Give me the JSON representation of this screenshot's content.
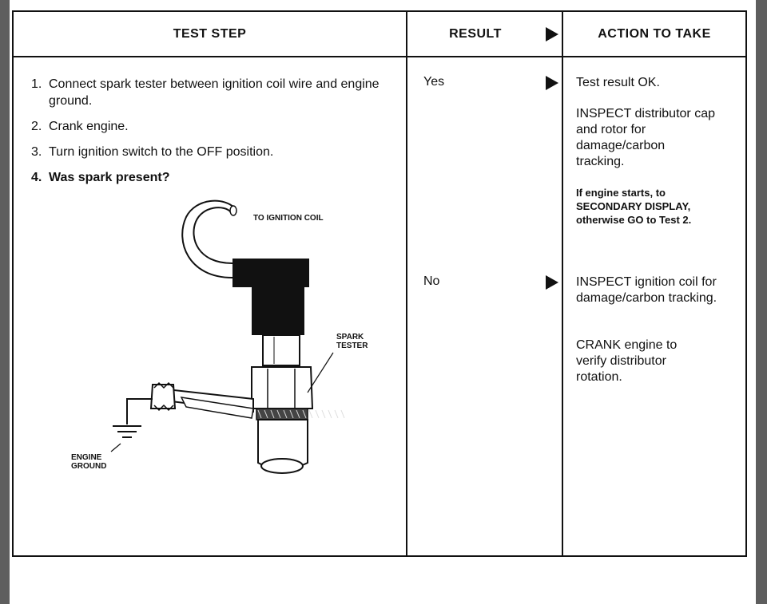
{
  "headers": {
    "test_step": "TEST STEP",
    "result": "RESULT",
    "action": "ACTION TO TAKE"
  },
  "steps": [
    {
      "num": "1.",
      "text": "Connect spark tester between ignition coil wire and engine ground."
    },
    {
      "num": "2.",
      "text": "Crank engine."
    },
    {
      "num": "3.",
      "text": "Turn ignition switch to the OFF position."
    },
    {
      "num": "4.",
      "text": "Was spark present?"
    }
  ],
  "diagram": {
    "label_coil": "TO IGNITION COIL",
    "label_tester_1": "SPARK",
    "label_tester_2": "TESTER",
    "label_ground_1": "ENGINE",
    "label_ground_2": "GROUND"
  },
  "results": {
    "yes": "Yes",
    "no": "No"
  },
  "actions": {
    "yes_1": "Test result OK.",
    "yes_2": "INSPECT distributor cap and rotor for damage/carbon tracking.",
    "yes_3": "If engine starts, to SECONDARY DISPLAY, otherwise GO to Test 2.",
    "no_1": "INSPECT ignition coil for damage/carbon tracking.",
    "no_2": "CRANK engine to verify distributor rotation."
  }
}
